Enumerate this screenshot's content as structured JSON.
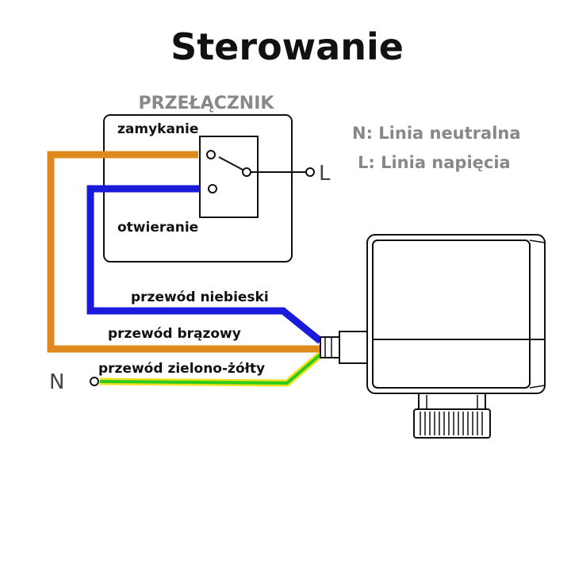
{
  "title": "Sterowanie",
  "switch": {
    "title": "PRZEŁĄCZNIK",
    "closing_label": "zamykanie",
    "opening_label": "otwieranie"
  },
  "terminals": {
    "live": "L",
    "neutral": "N"
  },
  "wires": {
    "blue": "przewód niebieski",
    "brown": "przewód brązowy",
    "green_yellow": "przewód zielono-żółty"
  },
  "legend": {
    "neutral": "N: Linia neutralna",
    "live": "L: Linia napięcia"
  },
  "colors": {
    "blue_wire": "#1a1adb",
    "brown_wire": "#e08a1e",
    "green_wire": "#2ecc1a",
    "yellow_wire": "#f0e020",
    "outline": "#111111",
    "legend_text": "#888888"
  }
}
